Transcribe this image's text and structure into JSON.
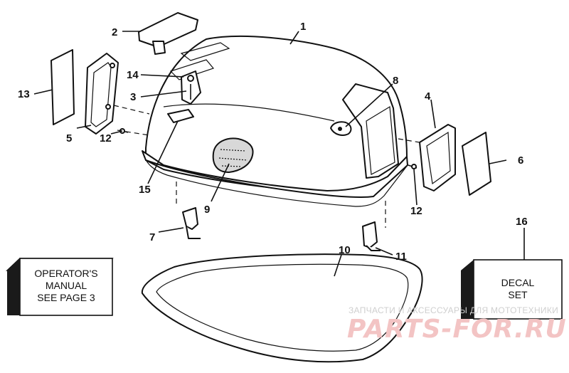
{
  "callouts": [
    {
      "id": "1",
      "label": "1"
    },
    {
      "id": "2",
      "label": "2"
    },
    {
      "id": "3",
      "label": "3"
    },
    {
      "id": "4",
      "label": "4"
    },
    {
      "id": "5",
      "label": "5"
    },
    {
      "id": "6",
      "label": "6"
    },
    {
      "id": "7",
      "label": "7"
    },
    {
      "id": "8",
      "label": "8"
    },
    {
      "id": "9",
      "label": "9"
    },
    {
      "id": "10",
      "label": "10"
    },
    {
      "id": "11",
      "label": "11"
    },
    {
      "id": "12a",
      "label": "12"
    },
    {
      "id": "12b",
      "label": "12"
    },
    {
      "id": "13",
      "label": "13"
    },
    {
      "id": "14",
      "label": "14"
    },
    {
      "id": "15",
      "label": "15"
    },
    {
      "id": "16",
      "label": "16"
    }
  ],
  "manual_box": {
    "lines": [
      "OPERATOR'S",
      "MANUAL",
      "SEE PAGE 3"
    ]
  },
  "decal_box": {
    "lines": [
      "DECAL",
      "SET"
    ]
  },
  "watermark": {
    "tagline": "ЗАПЧАСТИ И АКСЕССУАРЫ ДЛЯ МОТОТЕХНИКИ",
    "logo": "PARTS-FOR.RU"
  }
}
